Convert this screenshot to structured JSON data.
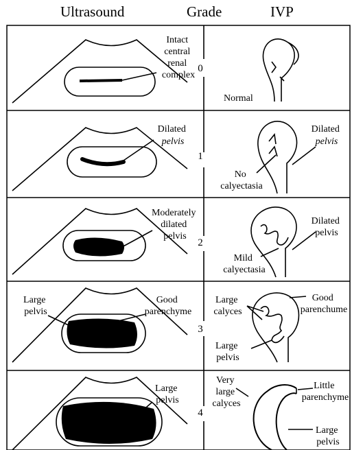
{
  "headers": {
    "ultrasound": "Ultrasound",
    "grade": "Grade",
    "ivp": "IVP"
  },
  "rows": [
    {
      "grade": "0",
      "us_label": [
        "Intact",
        "central",
        "renal",
        "complex"
      ],
      "ivp_label": [
        "Normal"
      ]
    },
    {
      "grade": "1",
      "us_label": [
        "Dilated",
        "pelvis"
      ],
      "ivp_left": [
        "No",
        "calyectasia"
      ],
      "ivp_right": [
        "Dilated",
        "pelvis"
      ]
    },
    {
      "grade": "2",
      "us_label": [
        "Moderately",
        "dilated",
        "pelvis"
      ],
      "ivp_left": [
        "Mild",
        "calyectasia"
      ],
      "ivp_right": [
        "Dilated",
        "pelvis"
      ]
    },
    {
      "grade": "3",
      "us_left": [
        "Large",
        "pelvis"
      ],
      "us_right": [
        "Good",
        "parenchyme"
      ],
      "ivp_top": [
        "Large",
        "calyces"
      ],
      "ivp_bottom": [
        "Large",
        "pelvis"
      ],
      "ivp_right": [
        "Good",
        "parenchume"
      ]
    },
    {
      "grade": "4",
      "us_label": [
        "Large",
        "pelvis"
      ],
      "ivp_top": [
        "Very",
        "large",
        "calyces"
      ],
      "ivp_right_top": [
        "Little",
        "parenchyme"
      ],
      "ivp_right_bottom": [
        "Large",
        "pelvis"
      ]
    }
  ]
}
